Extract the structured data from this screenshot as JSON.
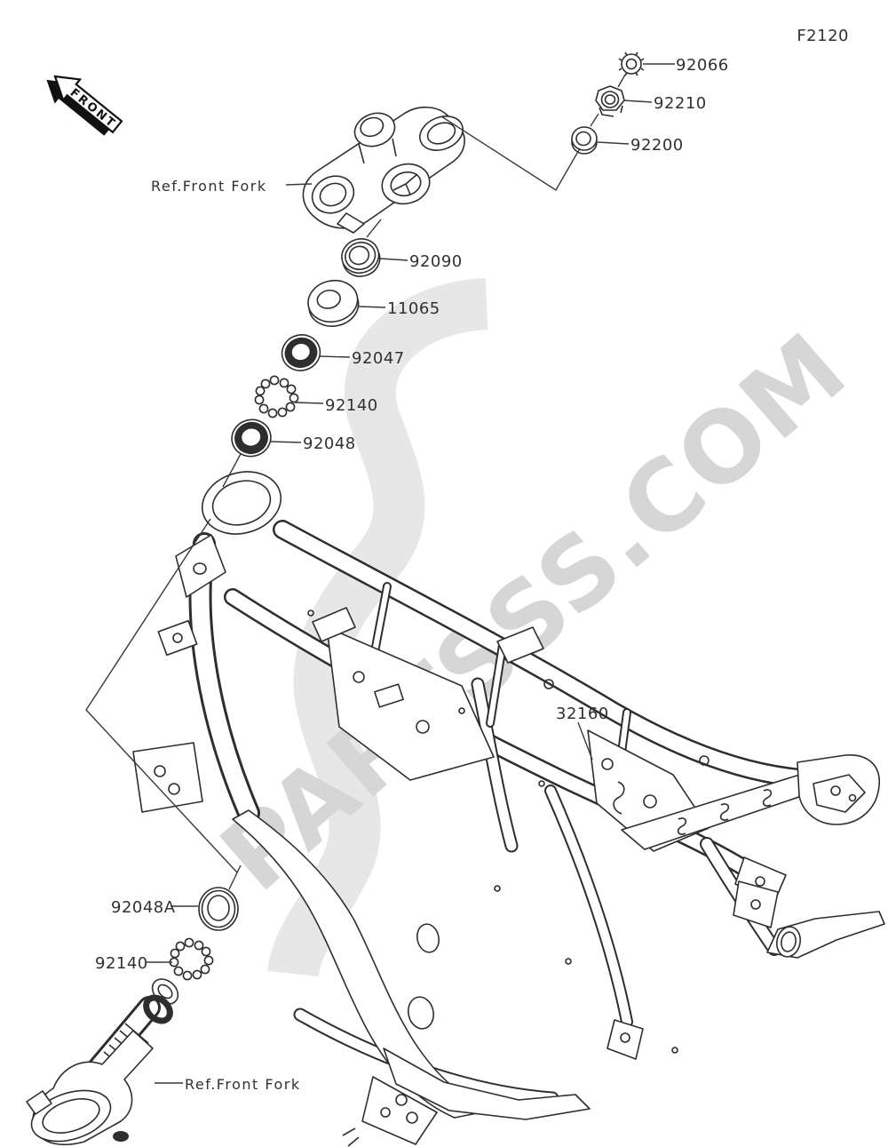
{
  "figure_code": "F2120",
  "front_label": "FRONT",
  "watermark": {
    "text": "PARTSSS.COM"
  },
  "ref_labels": {
    "top": "Ref.Front Fork",
    "bottom": "Ref.Front Fork"
  },
  "part_labels": [
    "92066",
    "92210",
    "92200",
    "92090",
    "11065",
    "92047",
    "92140",
    "92048",
    "32160",
    "92048A",
    "92140"
  ],
  "colors": {
    "line": "#2e2e2e",
    "label_text": "#313131",
    "watermark_logo": "#e7e7e7",
    "watermark_text": "#d6d6d6",
    "background": "#ffffff"
  }
}
